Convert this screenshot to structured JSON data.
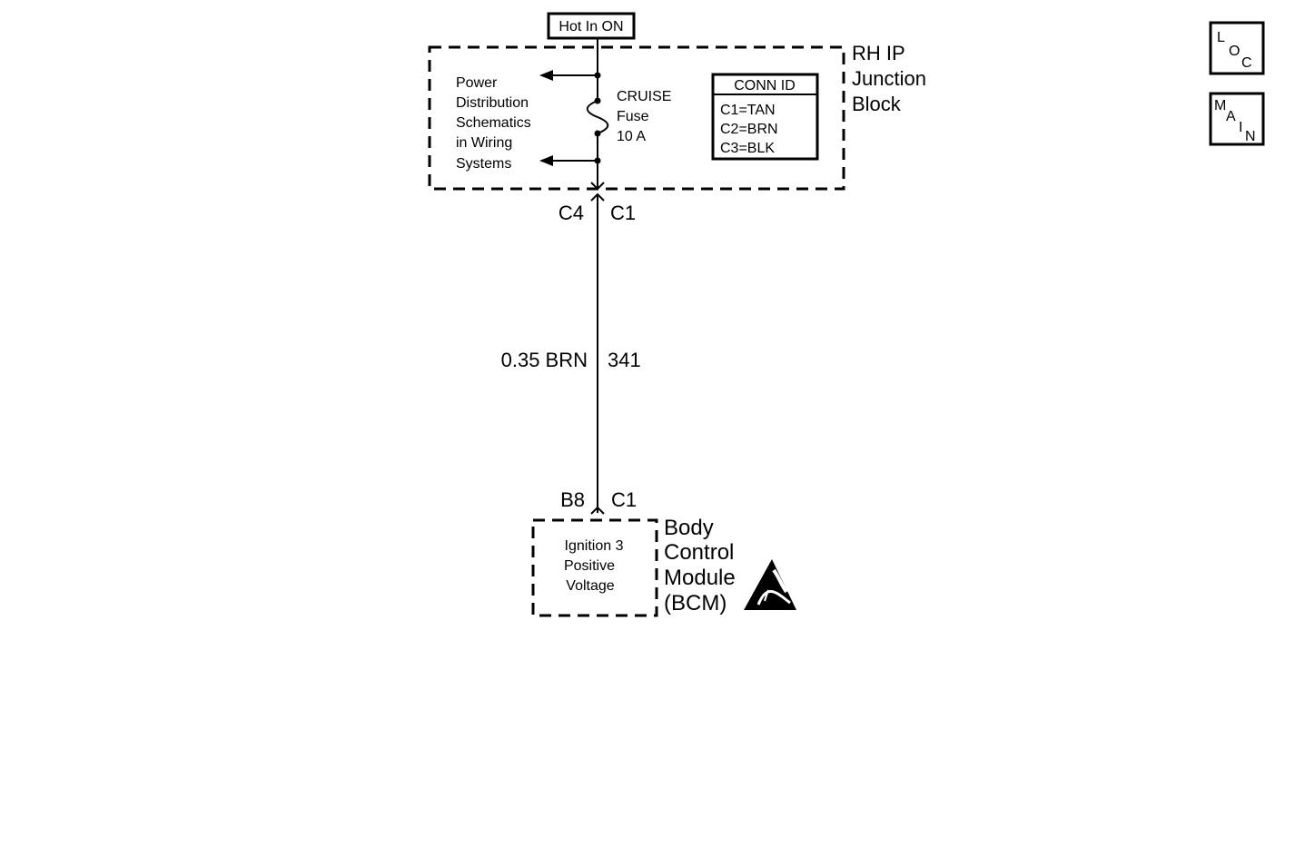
{
  "hot_label": "Hot In ON",
  "junction_block": {
    "name_lines": [
      "RH IP",
      "Junction",
      "Block"
    ],
    "reference_lines": [
      "Power",
      "Distribution",
      "Schematics",
      "in Wiring",
      "Systems"
    ],
    "fuse_lines": [
      "CRUISE",
      "Fuse",
      "10 A"
    ],
    "conn_id": {
      "title": "CONN ID",
      "entries": [
        "C1=TAN",
        "C2=BRN",
        "C3=BLK"
      ]
    },
    "pin": "C4",
    "connector": "C1"
  },
  "wire": {
    "spec": "0.35 BRN",
    "circuit": "341"
  },
  "bcm": {
    "pin": "B8",
    "connector": "C1",
    "name_lines": [
      "Body",
      "Control",
      "Module",
      "(BCM)"
    ],
    "function_lines": [
      "Ignition 3",
      "Positive",
      "Voltage"
    ]
  },
  "nav": {
    "loc": [
      "L",
      "O",
      "C"
    ],
    "main": [
      "M",
      "A",
      "I",
      "N"
    ]
  }
}
